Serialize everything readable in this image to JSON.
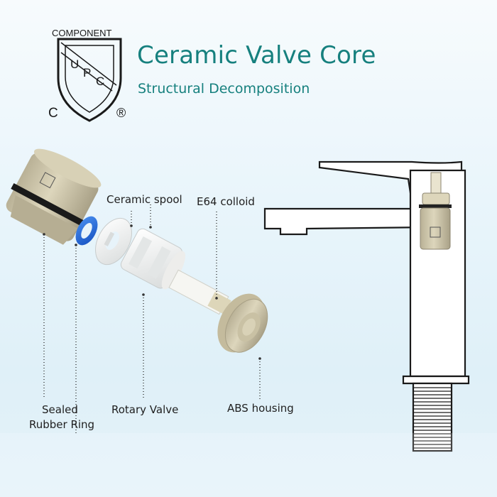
{
  "badge": {
    "top": "COMPONENT",
    "letters": [
      "U",
      "P",
      "C"
    ],
    "left_mark": "C",
    "right_mark": "®"
  },
  "header": {
    "title": "Ceramic Valve Core",
    "subtitle": "Structural Decomposition"
  },
  "labels": {
    "ceramic_spool": "Ceramic spool",
    "e64_colloid": "E64 colloid",
    "sealed_line1": "Sealed",
    "sealed_line2": "Rubber Ring",
    "rotary_valve": "Rotary Valve",
    "abs_housing": "ABS housing"
  },
  "colors": {
    "teal": "#16807e",
    "beige": "#cbc3a5",
    "blue_ring": "#1f6fe0",
    "white_part": "#f3f3f1",
    "line": "#1a1a1a"
  }
}
